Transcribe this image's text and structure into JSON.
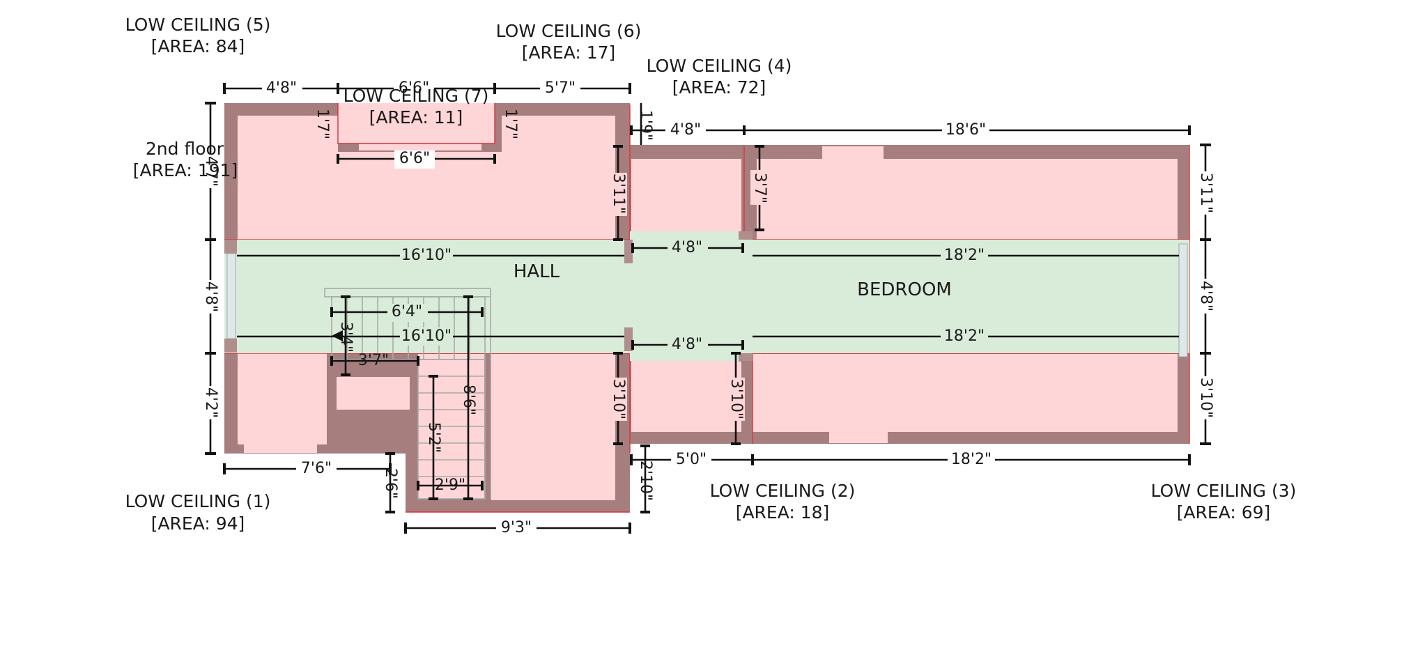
{
  "zones": {
    "low_ceiling_5": {
      "name": "LOW CEILING (5)",
      "area": "[AREA: 84]"
    },
    "low_ceiling_6": {
      "name": "LOW CEILING (6)",
      "area": "[AREA: 17]"
    },
    "low_ceiling_7": {
      "name": "LOW CEILING (7)",
      "area": "[AREA: 11]"
    },
    "low_ceiling_4": {
      "name": "LOW CEILING (4)",
      "area": "[AREA: 72]"
    },
    "floor_2": {
      "name": "2nd floor",
      "area": "[AREA: 191]"
    },
    "low_ceiling_1": {
      "name": "LOW CEILING (1)",
      "area": "[AREA: 94]"
    },
    "low_ceiling_2": {
      "name": "LOW CEILING (2)",
      "area": "[AREA: 18]"
    },
    "low_ceiling_3": {
      "name": "LOW CEILING (3)",
      "area": "[AREA: 69]"
    }
  },
  "rooms": {
    "hall": "HALL",
    "bedroom": "BEDROOM"
  },
  "dimensions": {
    "top_left_width": "4'8\"",
    "top_mid_width": "6'6\"",
    "top_right_width": "5'7\"",
    "alcove_width": "6'6\"",
    "alcove_left_depth": "1'7\"",
    "alcove_right_depth": "1'7\"",
    "left_upper_height": "4'7\"",
    "left_mid_height": "4'8\"",
    "left_lower_height": "4'2\"",
    "step_1_9": "1'9\"",
    "upper_mid_3_11": "3'11\"",
    "bedroom_top_left_width": "4'8\"",
    "bedroom_top_width": "18'6\"",
    "closet_3_7": "3'7\"",
    "right_upper_height": "3'11\"",
    "right_mid_height": "4'8\"",
    "right_lower_height": "3'10\"",
    "hall_upper_span": "16'10\"",
    "passage_upper": "4'8\"",
    "bedroom_upper_span": "18'2\"",
    "stair_width": "6'4\"",
    "stair_3_4": "3'4\"",
    "hall_lower_span": "16'10\"",
    "passage_lower": "4'8\"",
    "bedroom_lower_span": "18'2\"",
    "landing_3_7": "3'7\"",
    "lower_mid_3_10": "3'10\"",
    "closet_lower_3_10": "3'10\"",
    "stair_run_8_6": "8'6\"",
    "stair_run_5_2": "5'2\"",
    "stair_tread_2_9": "2'9\"",
    "bottom_left_width": "7'6\"",
    "step_2_6": "2'6\"",
    "step_2_10": "2'10\"",
    "bottom_stair_width": "9'3\"",
    "bottom_mid_width": "5'0\"",
    "bottom_right_width": "18'2\""
  },
  "colors": {
    "wall": "#a77e7e",
    "low_ceiling_fill": "#ffd6d8",
    "main_floor_fill": "#d9ecd9",
    "low_ceiling_edge": "#d9343c",
    "dimension_line": "#111111"
  }
}
